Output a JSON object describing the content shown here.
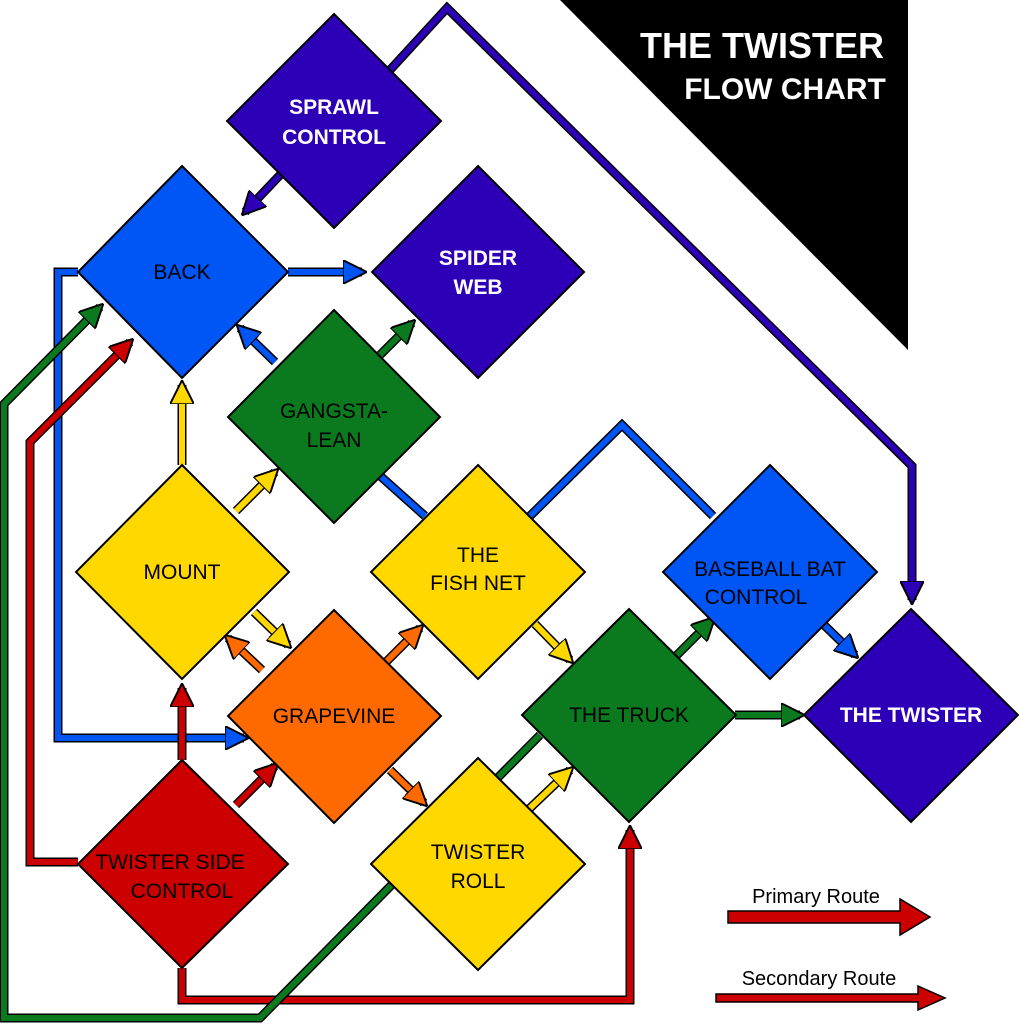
{
  "title": {
    "line1": "THE TWISTER",
    "line2": "FLOW CHART"
  },
  "colors": {
    "purple": "#2d00b8",
    "blue": "#0055f5",
    "green": "#0b7a1f",
    "yellow": "#ffd800",
    "orange": "#ff6a00",
    "red": "#cc0000",
    "black": "#000000"
  },
  "nodes": {
    "sprawl_control": {
      "line1": "SPRAWL",
      "line2": "CONTROL"
    },
    "back": {
      "line1": "BACK"
    },
    "spider_web": {
      "line1": "SPIDER",
      "line2": "WEB"
    },
    "gangsta_lean": {
      "line1": "GANGSTA-",
      "line2": "LEAN"
    },
    "mount": {
      "line1": "MOUNT"
    },
    "fish_net": {
      "line1": "THE",
      "line2": "FISH NET"
    },
    "baseball_bat": {
      "line1": "BASEBALL BAT",
      "line2": "CONTROL"
    },
    "grapevine": {
      "line1": "GRAPEVINE"
    },
    "truck": {
      "line1": "THE TRUCK"
    },
    "twister": {
      "line1": "THE TWISTER"
    },
    "twister_side_control": {
      "line1": "TWISTER SIDE",
      "line2": "CONTROL"
    },
    "twister_roll": {
      "line1": "TWISTER",
      "line2": "ROLL"
    }
  },
  "legend": {
    "primary": "Primary Route",
    "secondary": "Secondary Route"
  }
}
